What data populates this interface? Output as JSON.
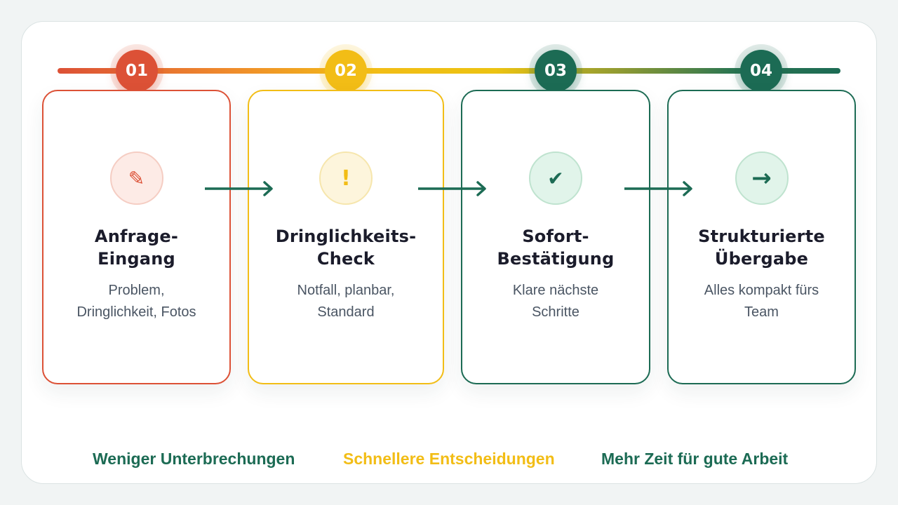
{
  "steps": [
    {
      "number": "01",
      "title_lines": [
        "Anfrage-",
        "Eingang"
      ],
      "desc_lines": [
        "Problem,",
        "Dringlichkeit, Fotos"
      ],
      "icon": "pencil-icon",
      "glyph": "✎",
      "color": "#dc5136",
      "icon_bg": "#fdebe6",
      "icon_border": "#f5cdc3"
    },
    {
      "number": "02",
      "title_lines": [
        "Dringlichkeits-",
        "Check"
      ],
      "desc_lines": [
        "Notfall, planbar,",
        "Standard"
      ],
      "icon": "exclamation-icon",
      "glyph": "!",
      "color": "#f2bd16",
      "icon_bg": "#fdf5dc",
      "icon_border": "#f6e6ad"
    },
    {
      "number": "03",
      "title_lines": [
        "Sofort-",
        "Bestätigung"
      ],
      "desc_lines": [
        "Klare nächste",
        "Schritte"
      ],
      "icon": "checkmark-icon",
      "glyph": "✔",
      "color": "#1c6b54",
      "icon_bg": "#e1f4ea",
      "icon_border": "#bfe3cf"
    },
    {
      "number": "04",
      "title_lines": [
        "Strukturierte",
        "Übergabe"
      ],
      "desc_lines": [
        "Alles kompakt fürs",
        "Team"
      ],
      "icon": "arrow-right-icon",
      "glyph": "→",
      "color": "#1c6b54",
      "icon_bg": "#e1f4ea",
      "icon_border": "#bfe3cf"
    }
  ],
  "benefits": [
    {
      "text": "Weniger Unterbrechungen",
      "color": "#1c6b54"
    },
    {
      "text": "Schnellere Entscheidungen",
      "color": "#f2bd16"
    },
    {
      "text": "Mehr Zeit für gute Arbeit",
      "color": "#1c6b54"
    }
  ],
  "connector_color": "#1c6b54"
}
